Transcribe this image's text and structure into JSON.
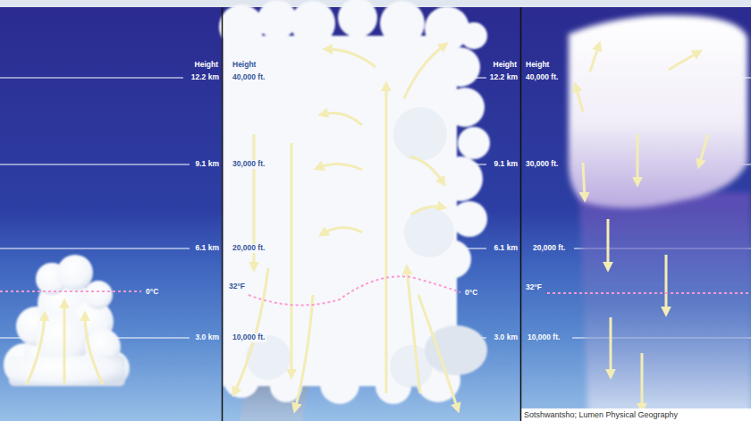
{
  "diagram": {
    "labels": [
      "Height",
      "12.2 km",
      "9.1 km",
      "6.1 km",
      "3.0 km",
      "0°C",
      "Height",
      "40,000 ft.",
      "30,000 ft.",
      "20,000 ft.",
      "32°F",
      "0°C",
      "10,000 ft.",
      "Height",
      "12.2 km",
      "9.1 km",
      "6.1 km",
      "3.0 km",
      "Height",
      "40,000 ft.",
      "30,000 ft.",
      "20,000 ft.",
      "32°F",
      "10,000 ft.",
      "Sotshwantsho; Lumen Physical Geography"
    ]
  }
}
